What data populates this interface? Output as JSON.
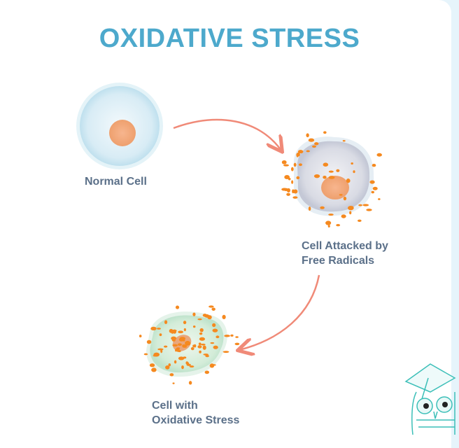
{
  "title": "OXIDATIVE STRESS",
  "labels": {
    "normal": "Normal Cell",
    "attacked_line1": "Cell Attacked by",
    "attacked_line2": "Free Radicals",
    "stress_line1": "Cell with",
    "stress_line2": "Oxidative Stress"
  },
  "colors": {
    "title": "#4da9cc",
    "label": "#5b7089",
    "arrow": "#f08a78",
    "radical": "#f5891f",
    "owl": "#3cbfb8"
  }
}
